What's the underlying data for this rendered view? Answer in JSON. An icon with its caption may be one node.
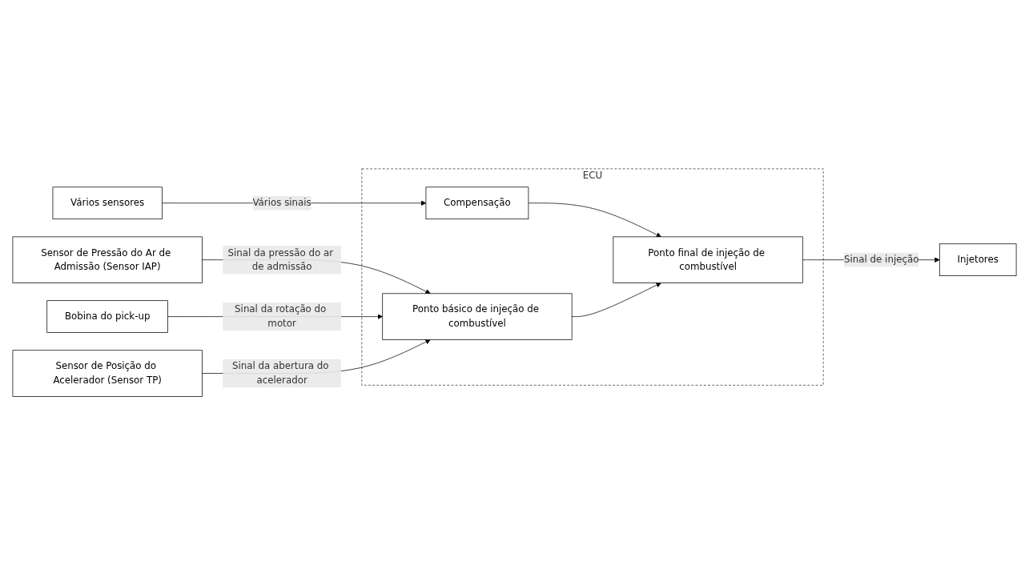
{
  "diagram": {
    "nodes": [
      {
        "text": [
          "ECU"
        ]
      },
      {
        "text": [
          "Sensor de Pressão do Ar de Admissão (Sensor IAP)"
        ]
      },
      {
        "text": [
          "Bobina do pick-up"
        ]
      },
      {
        "text": [
          "Sensor de Posição do Acelerador (Sensor TP)"
        ]
      },
      {
        "text": [
          "Vários sensores"
        ]
      },
      {
        "text": [
          "Injetores"
        ]
      },
      {
        "text": [
          "Ponto básico de injeção de combustível"
        ],
        "in": 0
      },
      {
        "text": [
          "Compensação"
        ],
        "in": 0
      },
      {
        "text": [
          "Ponto final de injeção de combustível"
        ],
        "in": 0
      }
    ],
    "edges": [
      {
        "from": 1,
        "to": 6,
        "arrow": "to",
        "label": "Sinal da pressão do ar de admissão"
      },
      {
        "from": 2,
        "to": 6,
        "arrow": "to",
        "label": "Sinal da rotação do motor"
      },
      {
        "from": 3,
        "to": 6,
        "arrow": "to",
        "label": "Sinal da abertura do acelerador"
      },
      {
        "from": 4,
        "to": 7,
        "arrow": "to",
        "label": "Vários sinais"
      },
      {
        "from": 7,
        "to": 8,
        "arrow": "to"
      },
      {
        "from": 6,
        "to": 8,
        "arrow": "to"
      },
      {
        "from": 8,
        "to": 5,
        "arrow": "to",
        "label": "Sinal de injeção"
      }
    ]
  }
}
